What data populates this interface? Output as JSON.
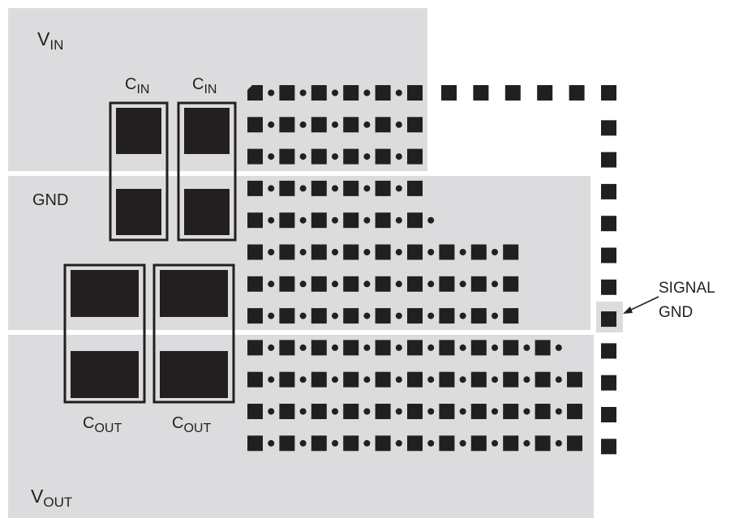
{
  "colors": {
    "plane": "#dcdcde",
    "dark": "#231f20",
    "gap": "#ffffff"
  },
  "labels": {
    "vin": {
      "main": "V",
      "sub": "IN"
    },
    "gnd": "GND",
    "vout": {
      "main": "V",
      "sub": "OUT"
    },
    "cin_1": {
      "main": "C",
      "sub": "IN"
    },
    "cin_2": {
      "main": "C",
      "sub": "IN"
    },
    "cout_1": {
      "main": "C",
      "sub": "OUT"
    },
    "cout_2": {
      "main": "C",
      "sub": "OUT"
    },
    "signal_gnd": [
      "SIGNAL",
      "GND"
    ]
  },
  "bump_rows": [
    {
      "plane": "vin",
      "squares": 6
    },
    {
      "plane": "vin",
      "squares": 6
    },
    {
      "plane": "vin",
      "squares": 6
    },
    {
      "plane": "gnd",
      "squares": 6
    },
    {
      "plane": "gnd",
      "squares": 6,
      "trailing_dot": true
    },
    {
      "plane": "gnd",
      "squares": 9
    },
    {
      "plane": "gnd",
      "squares": 9
    },
    {
      "plane": "gnd",
      "squares": 9
    },
    {
      "plane": "vout",
      "squares": 10,
      "trailing_dot": true
    },
    {
      "plane": "vout",
      "squares": 11
    },
    {
      "plane": "vout",
      "squares": 11
    },
    {
      "plane": "vout",
      "squares": 11
    }
  ],
  "ring": {
    "top_squares": 6,
    "right_squares": 12,
    "signal_gnd_index": 7
  }
}
